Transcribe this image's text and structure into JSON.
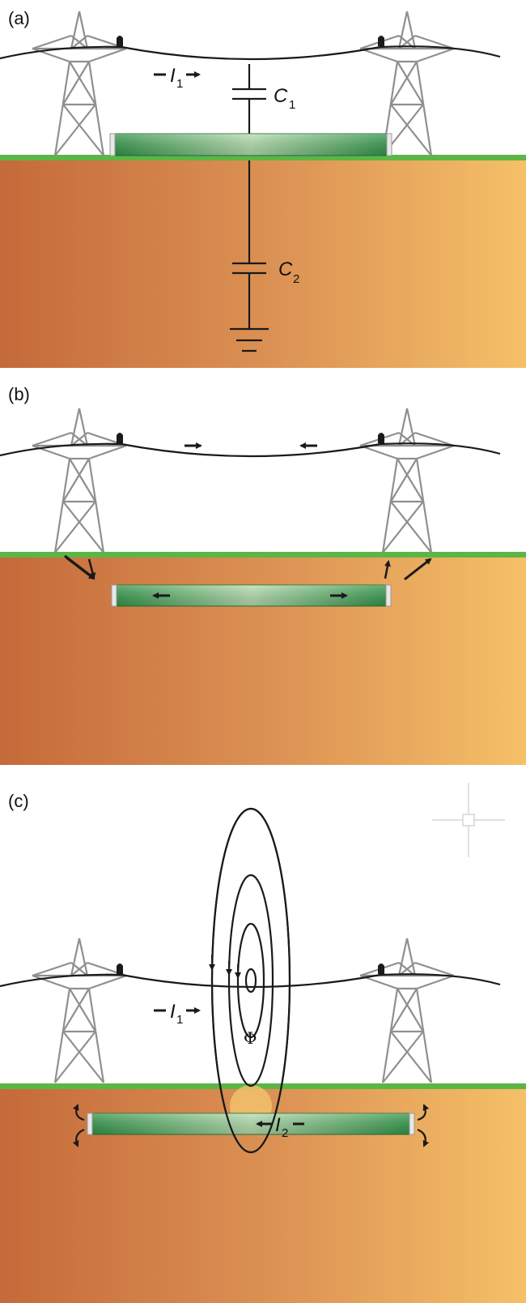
{
  "panels": [
    {
      "label": "(a)",
      "annotations": {
        "current": "I",
        "current_sub": "1",
        "c1": "C",
        "c1_sub": "1",
        "c2": "C",
        "c2_sub": "2"
      }
    },
    {
      "label": "(b)"
    },
    {
      "label": "(c)",
      "annotations": {
        "current": "I",
        "current_sub": "1",
        "flux": "Φ",
        "induced": "I",
        "induced_sub": "2"
      }
    }
  ],
  "colors": {
    "ground_left": "#c8683a",
    "ground_right": "#f4bf66",
    "grass": "#5cb848",
    "pipe_dark": "#2f9a4a",
    "pipe_light": "#b8e0b0",
    "tower": "#8a8a8a",
    "line": "#1a1a1a"
  },
  "icons": [
    "transmission-tower-icon",
    "insulator-icon",
    "capacitor-icon",
    "ground-symbol-icon",
    "arrow-icon",
    "flux-loop-icon"
  ]
}
